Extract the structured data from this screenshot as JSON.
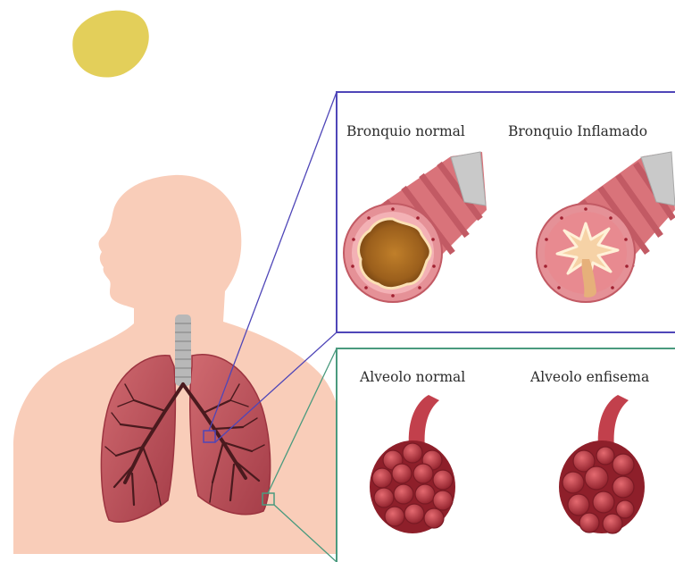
{
  "panels": {
    "bronchi": {
      "border_color": "#4f46b8",
      "left_label": "Bronquio normal",
      "right_label": "Bronquio Inflamado"
    },
    "alveoli": {
      "border_color": "#4a9a7e",
      "left_label": "Alveolo normal",
      "right_label": "Alveolo enfisema"
    }
  },
  "colors": {
    "blob": "#e3cf5a",
    "body": "#f9cdb9",
    "lung": "#c2555c",
    "lung_dark": "#9c3440",
    "bronchial_tree": "#4a1a1e",
    "trachea": "#b8b8b8",
    "tube_pink": "#d9737a",
    "tube_band": "#c25a64",
    "alveolus": "#b8303c"
  }
}
